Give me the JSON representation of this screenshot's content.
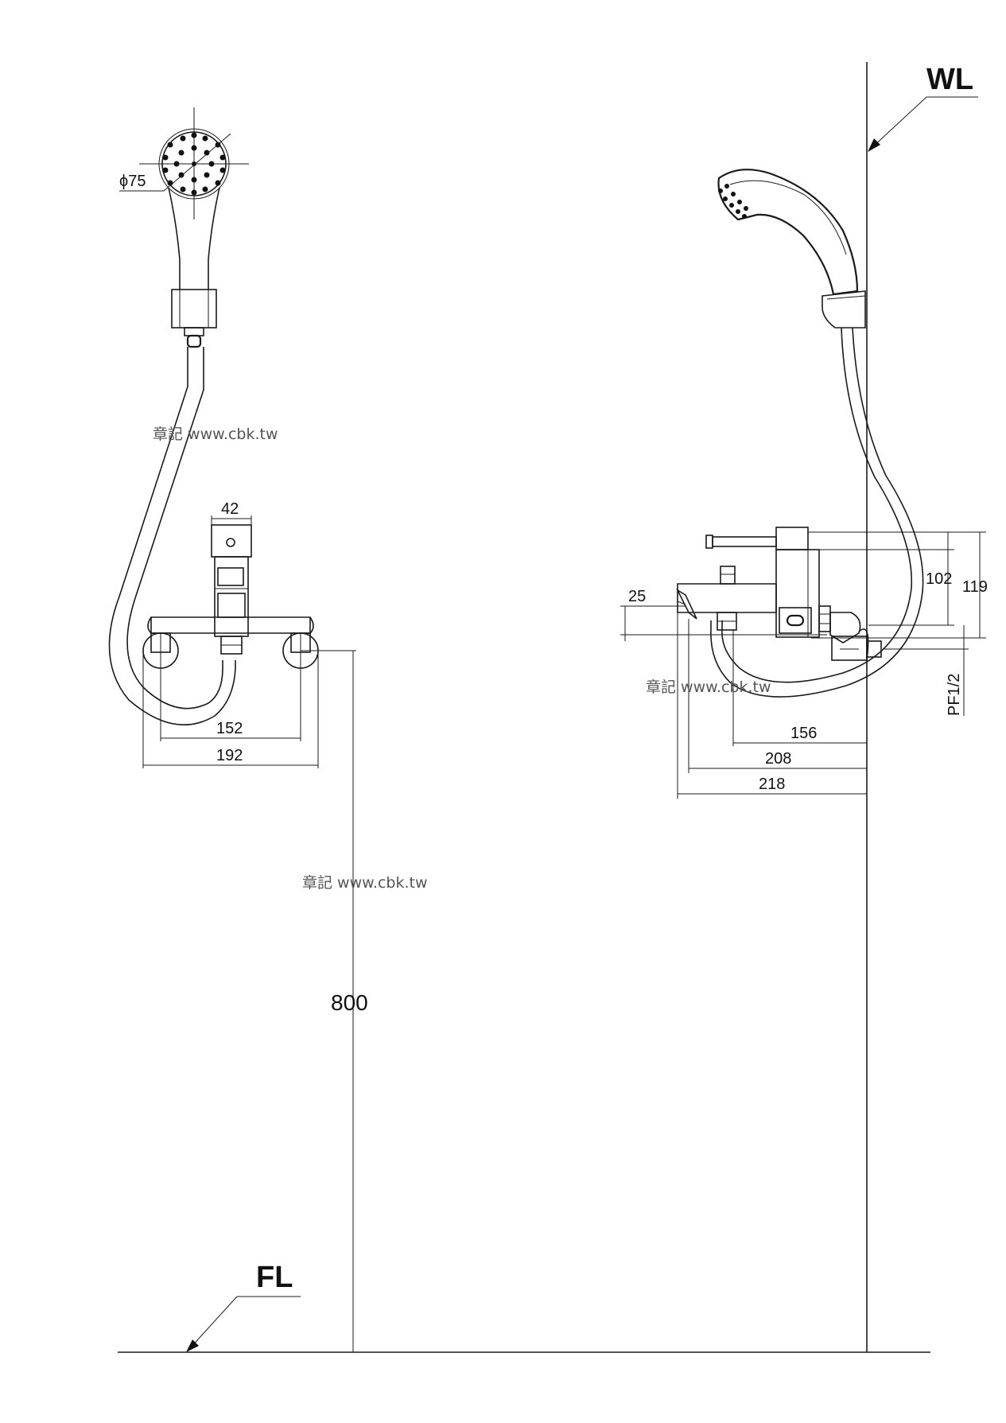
{
  "labels": {
    "wall_line": "WL",
    "floor_line": "FL"
  },
  "dimensions": {
    "head_diameter": "ϕ75",
    "lever_width": "42",
    "center_distance": "152",
    "overall_width": "192",
    "mount_height": "800",
    "spout_drop": "25",
    "outlet_height": "102",
    "lever_height": "119",
    "inlet_thread": "PF1/2",
    "hose_depth": "156",
    "body_depth": "208",
    "spout_depth": "218"
  },
  "watermarks": [
    "章記 www.cbk.tw",
    "章記 www.cbk.tw",
    "章記 www.cbk.tw"
  ]
}
